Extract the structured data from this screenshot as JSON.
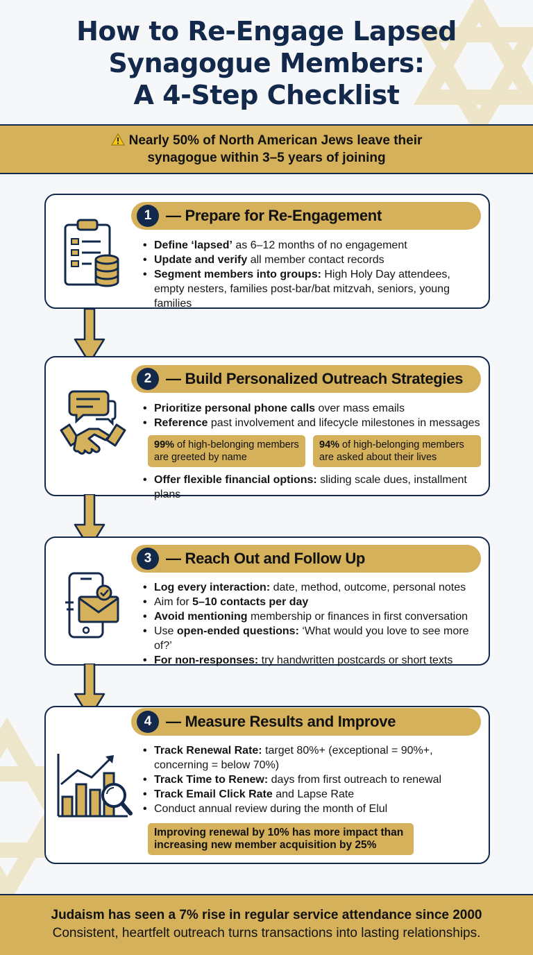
{
  "title_lines": [
    "How to Re-Engage Lapsed",
    "Synagogue Members:",
    "A 4-Step Checklist"
  ],
  "alert": {
    "icon": "warning-icon",
    "line1": "Nearly 50% of North American Jews leave their",
    "line2": "synagogue within 3–5 years of joining"
  },
  "steps": [
    {
      "num": "1",
      "title": "— Prepare for Re-Engagement",
      "icon": "clipboard-database-icon",
      "bullets": [
        {
          "bold": "Define ‘lapsed’",
          "text": " as 6–12 months of no engagement"
        },
        {
          "bold": "Update and verify",
          "text": " all member contact records"
        },
        {
          "bold": "Segment members into groups:",
          "text": " High Holy Day attendees, empty nesters, families post-bar/bat mitzvah, seniors, young families"
        }
      ]
    },
    {
      "num": "2",
      "title": "— Build Personalized Outreach Strategies",
      "icon": "handshake-chat-icon",
      "bullets": [
        {
          "bold": "Prioritize personal phone calls",
          "text": " over mass emails"
        },
        {
          "bold": "Reference",
          "text": " past involvement and lifecycle milestones in messages"
        }
      ],
      "stats": [
        {
          "bold": "99%",
          "text": " of high-belonging members are greeted by name"
        },
        {
          "bold": "94%",
          "text": " of high-belonging members are asked about their lives"
        }
      ],
      "bullets_after": [
        {
          "bold": "Offer flexible financial options:",
          "text": " sliding scale dues, installment plans"
        }
      ]
    },
    {
      "num": "3",
      "title": "— Reach Out and Follow Up",
      "icon": "phone-envelope-icon",
      "bullets": [
        {
          "bold": "Log every interaction:",
          "text": " date, method, outcome, personal notes"
        },
        {
          "pre": "Aim for ",
          "bold": "5–10 contacts per day",
          "text": ""
        },
        {
          "bold": "Avoid mentioning",
          "text": " membership or finances in first conversation"
        },
        {
          "pre": "Use ",
          "bold": "open-ended questions:",
          "text": " ‘What would you love to see more of?’"
        },
        {
          "bold": "For non-responses:",
          "text": " try handwritten postcards or short texts"
        }
      ]
    },
    {
      "num": "4",
      "title": "— Measure Results and Improve",
      "icon": "chart-magnifier-icon",
      "bullets": [
        {
          "bold": "Track Renewal Rate:",
          "text": " target 80%+ (exceptional = 90%+, concerning = below 70%)"
        },
        {
          "bold": "Track Time to Renew:",
          "text": " days from first outreach to renewal"
        },
        {
          "bold": "Track Email Click Rate",
          "text": " and Lapse Rate"
        },
        {
          "pre": "Conduct annual review during the month of Elul",
          "bold": "",
          "text": ""
        }
      ],
      "callout": "Improving renewal by 10% has more impact than increasing new member acquisition by 25%"
    }
  ],
  "footer": {
    "line1": "Judaism has seen a 7% rise in regular service attendance since 2000",
    "line2": "Consistent, heartfelt outreach turns transactions into lasting relationships."
  },
  "colors": {
    "navy": "#13294b",
    "gold": "#d4b15a",
    "background": "#f6f7f9",
    "card": "#ffffff"
  }
}
